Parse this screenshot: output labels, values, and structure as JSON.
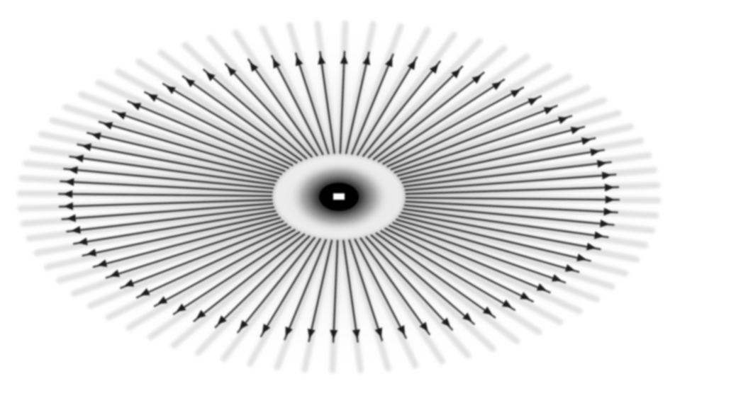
{
  "diagram": {
    "kind": "radial-vector-field",
    "direction": "outward",
    "arrow_count": 72,
    "colors": {
      "background": "#ffffff",
      "arrow": "#1a1a1a",
      "halo": "#9a9a9a",
      "source_core": "#000000",
      "source_highlight": "#ffffff"
    },
    "icons": {
      "source": "point-source-icon",
      "arrow": "arrow-icon"
    }
  }
}
